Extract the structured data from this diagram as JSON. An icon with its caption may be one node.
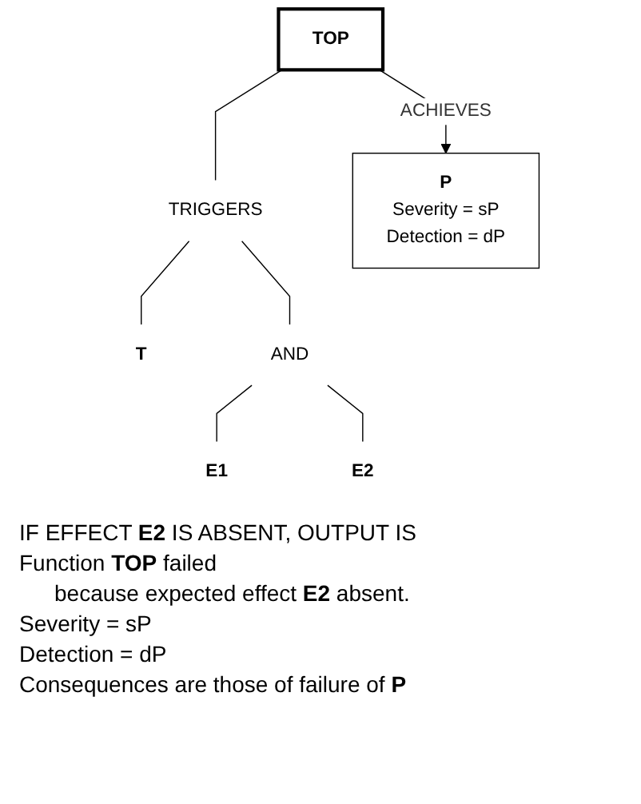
{
  "diagram": {
    "nodes": [
      {
        "text": [
          "TOP"
        ]
      },
      {
        "text": [
          "TRIGGERS"
        ]
      },
      {
        "text": [
          "T"
        ]
      },
      {
        "text": [
          "AND"
        ]
      },
      {
        "text": [
          "E1"
        ]
      },
      {
        "text": [
          "E2"
        ]
      },
      {
        "text": [
          "P",
          "Severity = sP",
          "Detection = dP"
        ]
      }
    ],
    "edges": [
      {
        "from": 0,
        "to": 1,
        "arrow": "none"
      },
      {
        "from": 0,
        "to": 6,
        "arrow": "to",
        "label": "ACHIEVES"
      },
      {
        "from": 1,
        "to": 2,
        "arrow": "none"
      },
      {
        "from": 1,
        "to": 3,
        "arrow": "none"
      },
      {
        "from": 3,
        "to": 4,
        "arrow": "none"
      },
      {
        "from": 3,
        "to": 5,
        "arrow": "none"
      }
    ],
    "labels": [
      "IF EFFECT **E2** IS ABSENT, OUTPUT IS",
      "Function **TOP** failed",
      "because expected effect **E2** absent.",
      "Severity = sP",
      "Detection = dP",
      "Consequences are those of failure of **P**"
    ]
  }
}
